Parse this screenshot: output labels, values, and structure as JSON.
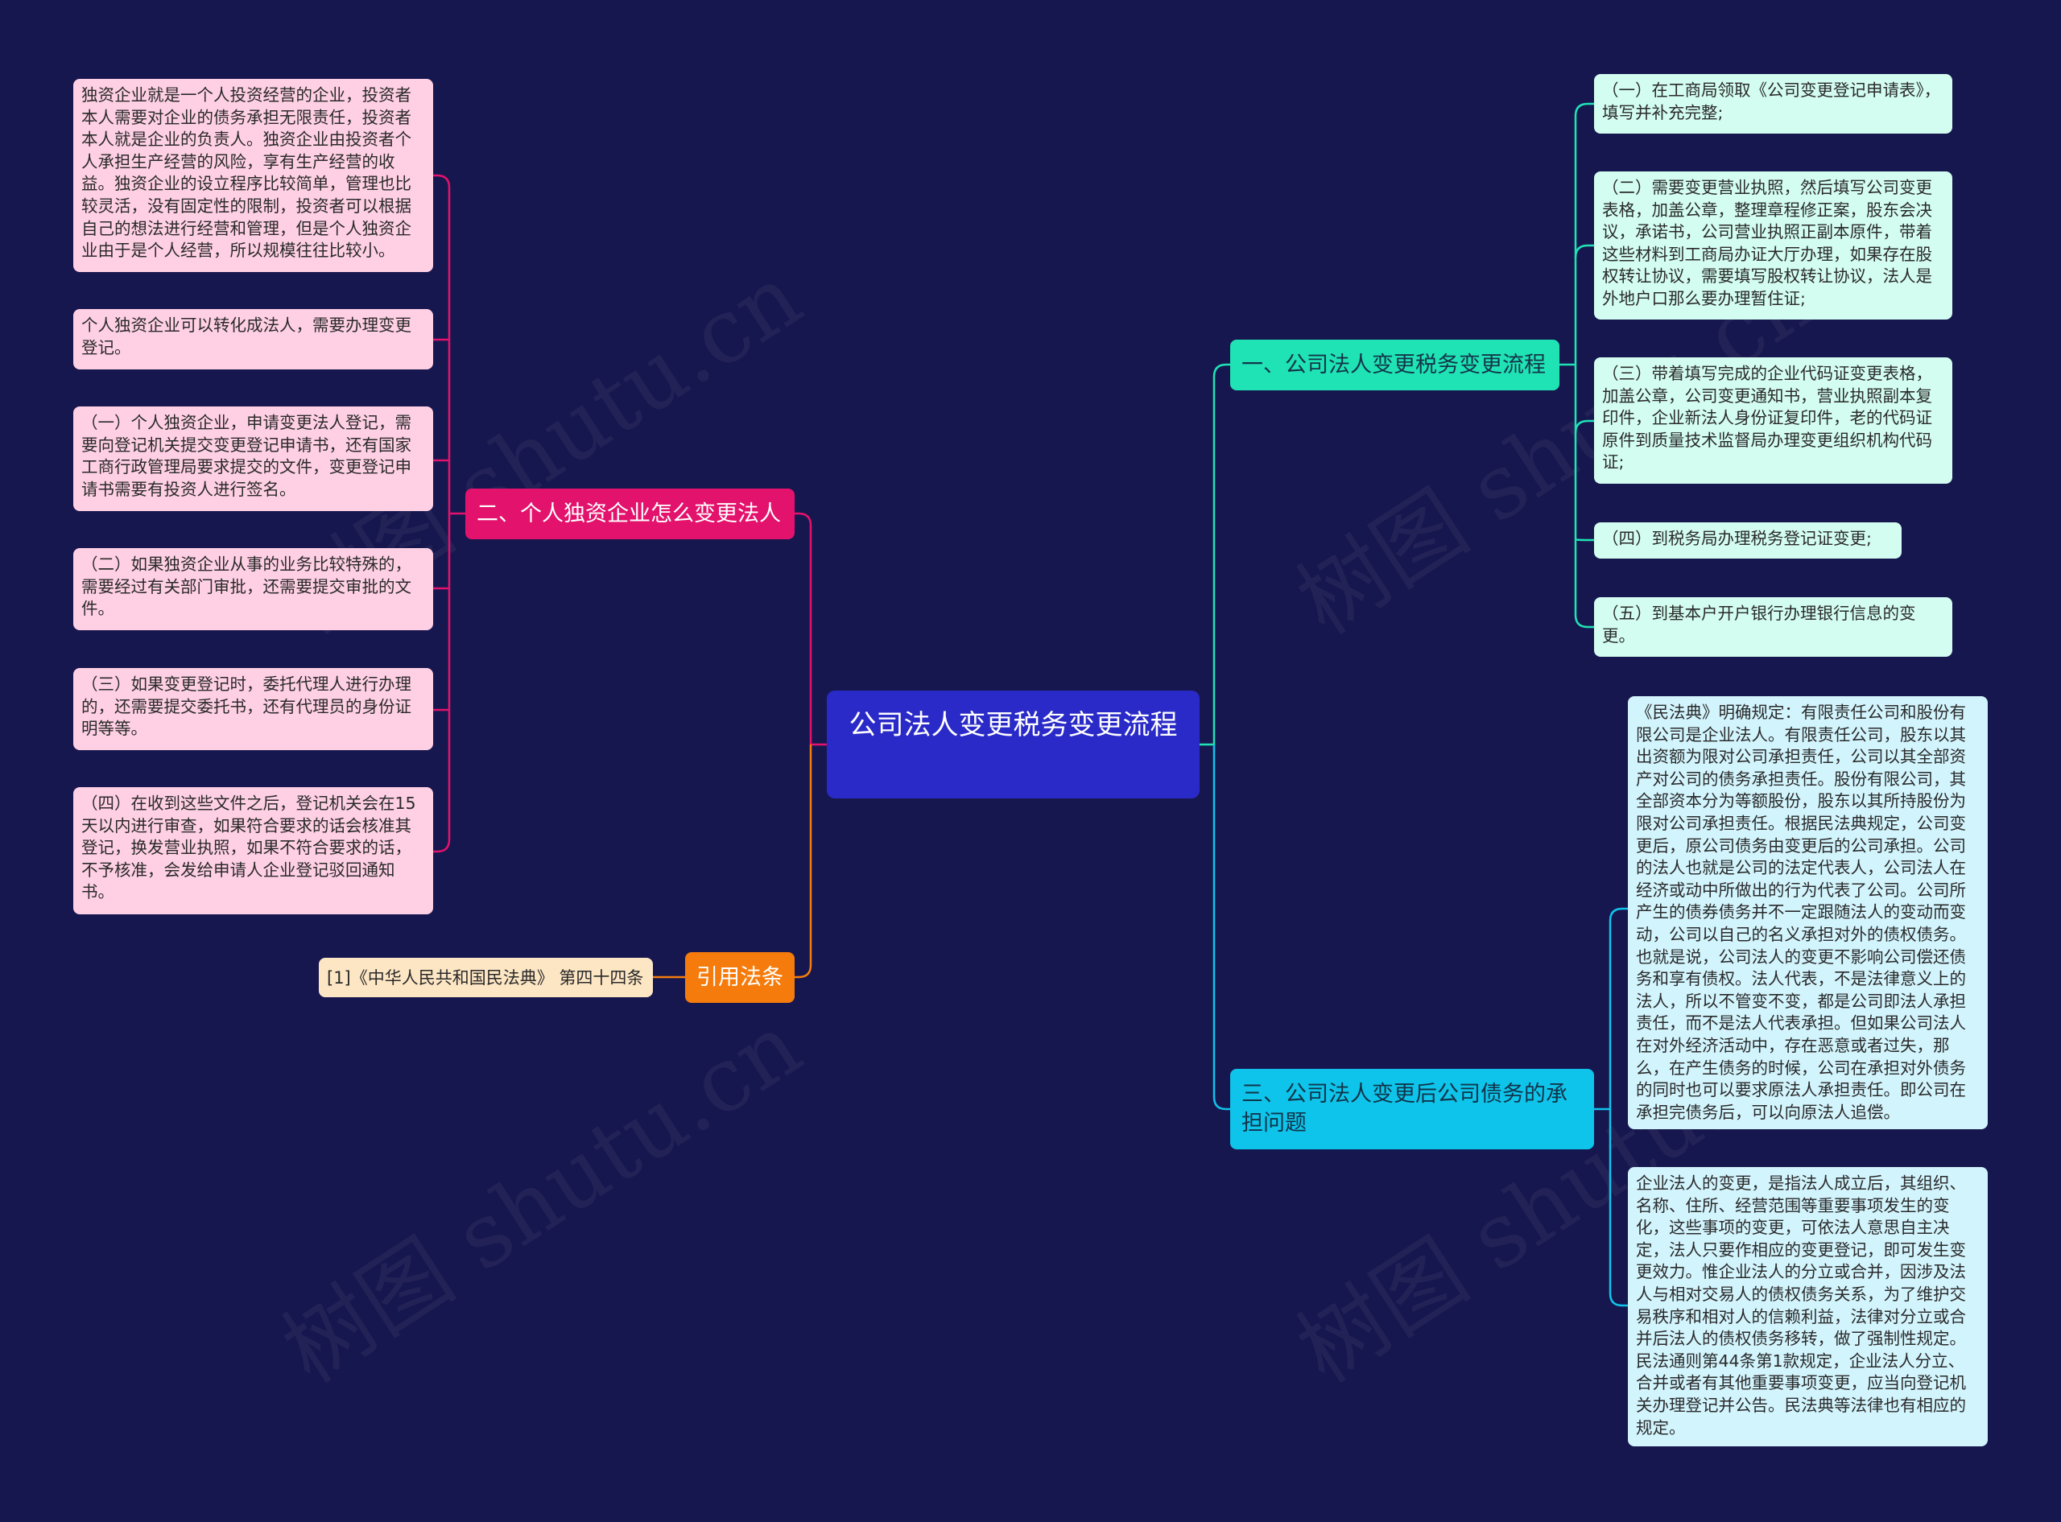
{
  "root": {
    "title": "公司法人变更税务变更流程"
  },
  "branch_tax": {
    "label": "一、公司法人变更税务变更流程",
    "color": "#1fe3b4",
    "items": [
      "（一）在工商局领取《公司变更登记申请表》，填写并补充完整;",
      "（二）需要变更营业执照，然后填写公司变更表格，加盖公章，整理章程修正案，股东会决议，承诺书，公司营业执照正副本原件，带着这些材料到工商局办证大厅办理，如果存在股权转让协议，需要填写股权转让协议，法人是外地户口那么要办理暂住证;",
      "（三）带着填写完成的企业代码证变更表格，加盖公章，公司变更通知书，营业执照副本复印件，企业新法人身份证复印件，老的代码证原件到质量技术监督局办理变更组织机构代码证;",
      "（四）到税务局办理税务登记证变更;",
      "（五）到基本户开户银行办理银行信息的变更。"
    ]
  },
  "branch_sole": {
    "label": "二、个人独资企业怎么变更法人",
    "color": "#e3126c",
    "items": [
      "独资企业就是一个人投资经营的企业，投资者本人需要对企业的债务承担无限责任，投资者本人就是企业的负责人。独资企业由投资者个人承担生产经营的风险，享有生产经营的收益。独资企业的设立程序比较简单，管理也比较灵活，没有固定性的限制，投资者可以根据自己的想法进行经营和管理，但是个人独资企业由于是个人经营，所以规模往往比较小。",
      "个人独资企业可以转化成法人，需要办理变更登记。",
      "（一）个人独资企业，申请变更法人登记，需要向登记机关提交变更登记申请书，还有国家工商行政管理局要求提交的文件，变更登记申请书需要有投资人进行签名。",
      "（二）如果独资企业从事的业务比较特殊的，需要经过有关部门审批，还需要提交审批的文件。",
      "（三）如果变更登记时，委托代理人进行办理的，还需要提交委托书，还有代理员的身份证明等等。",
      "（四）在收到这些文件之后，登记机关会在15天以内进行审查，如果符合要求的话会核准其登记，换发营业执照，如果不符合要求的话，不予核准，会发给申请人企业登记驳回通知书。"
    ]
  },
  "branch_debt": {
    "label": "三、公司法人变更后公司债务的承担问题",
    "color": "#0fc4ea",
    "items": [
      "《民法典》明确规定：有限责任公司和股份有限公司是企业法人。有限责任公司，股东以其出资额为限对公司承担责任，公司以其全部资产对公司的债务承担责任。股份有限公司，其全部资本分为等额股份，股东以其所持股份为限对公司承担责任。根据民法典规定，公司变更后，原公司债务由变更后的公司承担。公司的法人也就是公司的法定代表人，公司法人在经济或动中所做出的行为代表了公司。公司所产生的债券债务并不一定跟随法人的变动而变动，公司以自己的名义承担对外的债权债务。也就是说，公司法人的变更不影响公司偿还债务和享有债权。法人代表，不是法律意义上的法人，所以不管变不变，都是公司即法人承担责任，而不是法人代表承担。但如果公司法人在对外经济活动中，存在恶意或者过失，那么，在产生债务的时候，公司在承担对外债务的同时也可以要求原法人承担责任。即公司在承担完债务后，可以向原法人追偿。",
      "企业法人的变更，是指法人成立后，其组织、名称、住所、经营范围等重要事项发生的变化，这些事项的变更，可依法人意思自主决定，法人只要作相应的变更登记，即可发生变更效力。惟企业法人的分立或合并，因涉及法人与相对交易人的债权债务关系，为了维护交易秩序和相对人的信赖利益，法律对分立或合并后法人的债权债务移转，做了强制性规定。民法通则第44条第1款规定，企业法人分立、合并或者有其他重要事项变更，应当向登记机关办理登记并公告。民法典等法律也有相应的规定。"
    ]
  },
  "branch_law": {
    "label": "引用法条",
    "color": "#f57c0c",
    "items": [
      "[1]《中华人民共和国民法典》 第四十四条"
    ]
  },
  "watermark": "树图 shutu.cn",
  "colors": {
    "background": "#17174f",
    "root": "#2a2ac8",
    "link_root_right": "#1fe3b4",
    "link_debt": "#0fc4ea",
    "link_sole": "#e3126c",
    "link_law": "#f57c0c"
  }
}
